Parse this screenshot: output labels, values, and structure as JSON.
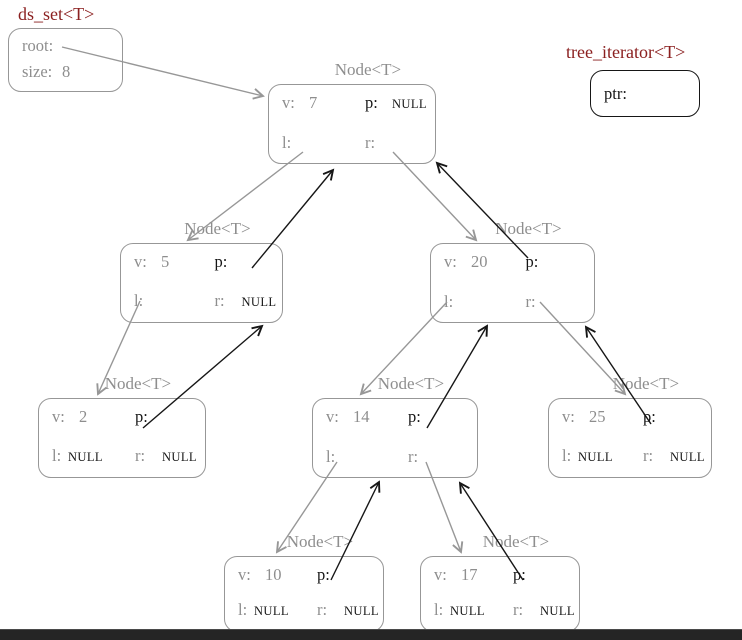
{
  "ds_set": {
    "title": "ds_set<T>",
    "root_label": "root:",
    "size_label": "size:",
    "size_value": "8"
  },
  "tree_iterator": {
    "title": "tree_iterator<T>",
    "ptr_label": "ptr:"
  },
  "labels": {
    "node_title": "Node<T>",
    "v": "v:",
    "p": "p:",
    "l": "l:",
    "r": "r:"
  },
  "nodes": [
    {
      "name": "node-7",
      "v": "7",
      "p": "NULL",
      "l": "",
      "r": ""
    },
    {
      "name": "node-5",
      "v": "5",
      "p": "",
      "l": "",
      "r": "NULL"
    },
    {
      "name": "node-20",
      "v": "20",
      "p": "",
      "l": "",
      "r": ""
    },
    {
      "name": "node-2",
      "v": "2",
      "p": "",
      "l": "NULL",
      "r": "NULL"
    },
    {
      "name": "node-14",
      "v": "14",
      "p": "",
      "l": "",
      "r": ""
    },
    {
      "name": "node-25",
      "v": "25",
      "p": "",
      "l": "NULL",
      "r": "NULL"
    },
    {
      "name": "node-10",
      "v": "10",
      "p": "",
      "l": "NULL",
      "r": "NULL"
    },
    {
      "name": "node-17",
      "v": "17",
      "p": "",
      "l": "NULL",
      "r": "NULL"
    }
  ],
  "colors": {
    "gray_stroke": "#979797",
    "gray_text": "#8e8e8e",
    "black": "#161616",
    "title_red": "#8b2020",
    "bottom_bar": "#252525"
  }
}
